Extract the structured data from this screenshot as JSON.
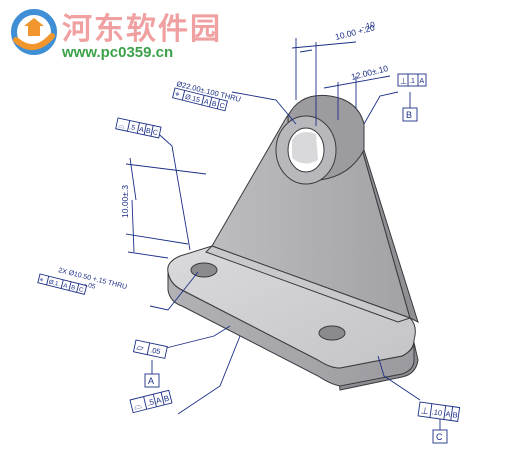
{
  "watermark": {
    "title": "河东软件园",
    "url": "www.pc0359.cn"
  },
  "colors": {
    "dimension_ink": "#1c2f86",
    "part_face_top": "#d2d2d4",
    "part_face_side": "#a9a9ad",
    "part_face_dark": "#7b7b80",
    "logo_blue": "#3f8fd6",
    "logo_orange": "#f0962d"
  },
  "annotations": {
    "dim_hole_offset": "10.00 +.20",
    "dim_hole_offset_lower": "-.10",
    "dim_boss_width": "12.00±.10",
    "hole_callout": "Ø22.00±.100 THRU",
    "hole_position_fcf": {
      "symbol": "⌖",
      "cells": [
        "Ø.15",
        "A",
        "B",
        "C"
      ]
    },
    "boss_perp_fcf": {
      "symbol": "⊥",
      "cells": [
        ".1",
        "A"
      ]
    },
    "datum_b": "B",
    "top_profile_fcf": {
      "symbol": "⌓",
      "cells": [
        ".5",
        "A",
        "B",
        "C"
      ]
    },
    "dim_height": "10.00±.3",
    "base_hole_callout": "2X Ø10.50 +.15 THRU",
    "base_hole_callout_lower": "-.05",
    "base_hole_fcf": {
      "symbol": "⌖",
      "cells": [
        "Ø.1",
        "A",
        "B",
        "C"
      ]
    },
    "flatness_fcf": {
      "symbol": "▱",
      "cells": [
        ".05"
      ]
    },
    "datum_a": "A",
    "base_profile_fcf": {
      "symbol": "⌓",
      "cells": [
        ".5",
        "A",
        "B"
      ]
    },
    "side_perp_fcf": {
      "symbol": "⊥",
      "cells": [
        ".10",
        "A",
        "B"
      ]
    },
    "datum_c": "C"
  }
}
